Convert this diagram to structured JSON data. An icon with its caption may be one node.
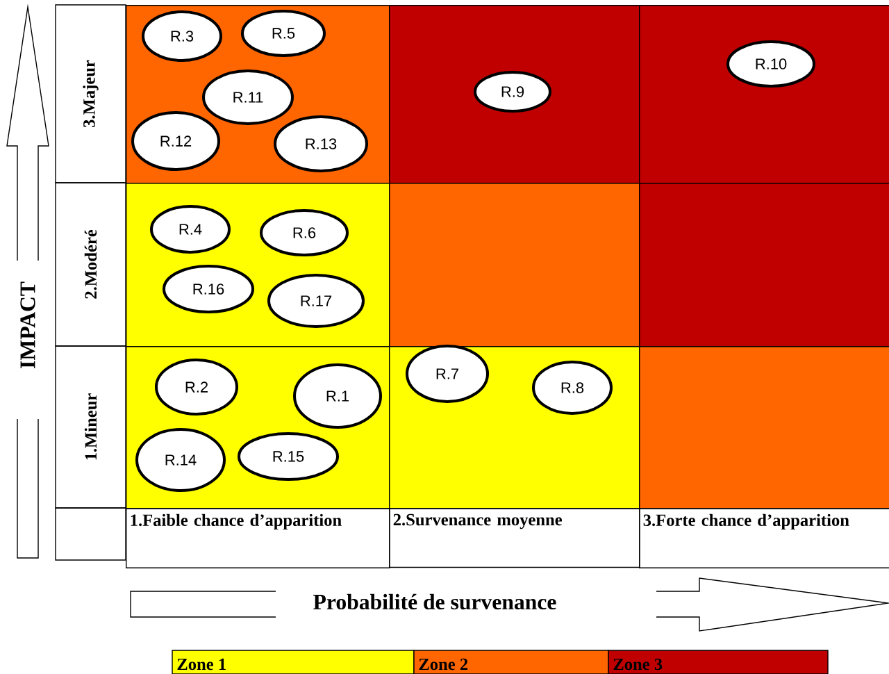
{
  "diagram": {
    "nodes": [
      {
        "text": [],
        "shape": "box"
      },
      {
        "text": [
          "R.3"
        ],
        "in": 0
      },
      {
        "text": [
          "R.5"
        ],
        "in": 0
      },
      {
        "text": [
          "R.11"
        ],
        "in": 0
      },
      {
        "text": [
          "R.12"
        ],
        "in": 0
      },
      {
        "text": [
          "R.13"
        ],
        "in": 0
      },
      {
        "text": [],
        "shape": "box"
      },
      {
        "text": [
          "R.9"
        ],
        "in": 6
      },
      {
        "text": [],
        "shape": "box"
      },
      {
        "text": [
          "R.10"
        ],
        "in": 8
      },
      {
        "text": [],
        "shape": "box"
      },
      {
        "text": [
          "R.4"
        ],
        "in": 10
      },
      {
        "text": [
          "R.6"
        ],
        "in": 10
      },
      {
        "text": [
          "R.16"
        ],
        "in": 10
      },
      {
        "text": [
          "R.17"
        ],
        "in": 10
      },
      {
        "text": [],
        "shape": "box"
      },
      {
        "text": [],
        "shape": "box"
      },
      {
        "text": [],
        "shape": "box"
      },
      {
        "text": [
          "R.2"
        ],
        "in": 17
      },
      {
        "text": [
          "R.1"
        ],
        "in": 17
      },
      {
        "text": [
          "R.14"
        ],
        "in": 17
      },
      {
        "text": [
          "R.15"
        ],
        "in": 17
      },
      {
        "text": [],
        "shape": "box"
      },
      {
        "text": [
          "R.7"
        ],
        "in": 22
      },
      {
        "text": [
          "R.8"
        ],
        "in": 22
      },
      {
        "text": [],
        "shape": "box"
      }
    ],
    "labels": [
      "3.Majeur",
      "2.Modéré",
      "1.Mineur",
      "IMPACT",
      "1.Faible chance d’apparition",
      "2.Survenance moyenne",
      "3.Forte chance d’apparition",
      "Probabilité de survenance"
    ],
    "legend": [
      {
        "text": "Zone 1",
        "color": "#ffff00"
      },
      {
        "text": "Zone 2",
        "color": "#ff6600"
      },
      {
        "text": "Zone 3",
        "color": "#c00000"
      }
    ]
  }
}
